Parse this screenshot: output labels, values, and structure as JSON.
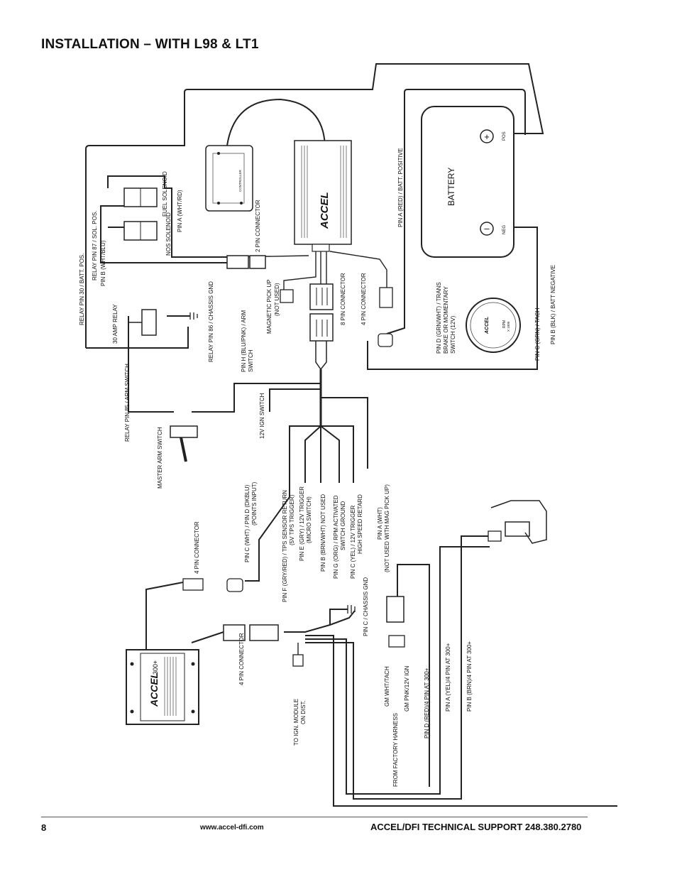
{
  "title": "INSTALLATION – WITH L98 & LT1",
  "footer": {
    "page": "8",
    "website": "www.accel-dfi.com",
    "support": "ACCEL/DFI TECHNICAL SUPPORT 248.380.2780"
  },
  "components": {
    "battery_label": "BATTERY",
    "pos": "POS",
    "neg": "NEG",
    "fuel_solenoid": "FUEL SOLENOID",
    "nos_solenoid": "NOS SOLENOID",
    "relay": "30 AMP RELAY",
    "master_arm_switch": "MASTER ARM SWITCH",
    "module_brand": "ACCEL",
    "module_300": "300+",
    "tach_brand": "ACCEL",
    "tach_rpm": "RPM",
    "tach_scale": "X 1000",
    "controller": "CONTROLLER"
  },
  "labels": {
    "pin_a_batt_pos": "PIN A (RED) / BATT. POSITIVE",
    "pin_b_batt_neg": "PIN B (BLK) / BATT NEGATIVE",
    "relay_pin_30": "RELAY PIN 30 / BATT. POS.",
    "relay_pin_87": "RELAY PIN 87 / SOL. POS.",
    "pin_b_wht_blu": "PIN B (WHT/BLU)",
    "pin_a_wht_rd": "PIN A (WHT/RD)",
    "two_pin_connector": "2 PIN CONNECTOR",
    "relay_pin_86": "RELAY PIN 86 / CHASSIS GND",
    "relay_pin_85": "RELAY PIN 85 / ARM SWITCH",
    "mag_pickup_1": "MAGNETIC PICK UP",
    "mag_pickup_2": "(NOT USED)",
    "eight_pin_connector": "8 PIN CONNECTOR",
    "four_pin_connector_top": "4 PIN CONNECTOR",
    "pin_h_1": "PIN H (BLU/PNK) / ARM",
    "pin_h_2": "SWITCH",
    "twelve_v_ign": "12V IGN SWITCH",
    "pin_d_trans_1": "PIN D (GRN/WHT) / TRANS",
    "pin_d_trans_2": "BRAKE OR MOMENTARY",
    "pin_d_trans_3": "SWITCH (12V)",
    "pin_c_tach": "PIN C (GRN) / TACH",
    "pin_c_dkblu_1": "PIN C (WHT) / PIN D (DKBLU)",
    "pin_c_dkblu_2": "(POINTS INPUT)",
    "pin_f_1": "PIN F (GRY/RED) / TPS SENSOR RETURN",
    "pin_f_2": "(5V TPS TRIGGER)",
    "pin_e_1": "PIN E (GRY) / 12V TRIGGER",
    "pin_e_2": "(MICRO SWITCH)",
    "pin_b_brn": "PIN B (BRN/WHT) NOT USED",
    "pin_g_1": "PIN G (ORG) / RPM ACTIVATED",
    "pin_g_2": "SWITCH GROUND",
    "pin_c_yel_1": "PIN C (YEL) / 12V TRIGGER",
    "pin_c_yel_2": "HIGH SPEED RETARD",
    "pin_a_wht_1": "PIN A (WHT)",
    "pin_a_wht_2": "(NOT USED WITH MAG PICK UP)",
    "four_pin_connector_mid": "4 PIN CONNECTOR",
    "four_pin_connector_low": "4 PIN CONNECTOR",
    "pin_c_chassis": "PIN C / CHASSIS GND",
    "ignition_module_1": "TO IGN. MODULE",
    "ignition_module_2": "ON DIST.",
    "from_factory": "FROM FACTORY HARNESS",
    "gm_wht_tach": "GM WHT/TACH",
    "gm_pnk": "GM PNK/12V IGN",
    "pin_d_red": "PIN D (RED)/4 PIN AT 300+",
    "pin_a_yel": "PIN A (YEL)/4 PIN AT 300+",
    "pin_b_brn_300": "PIN B (BRN)/4 PIN AT 300+"
  }
}
